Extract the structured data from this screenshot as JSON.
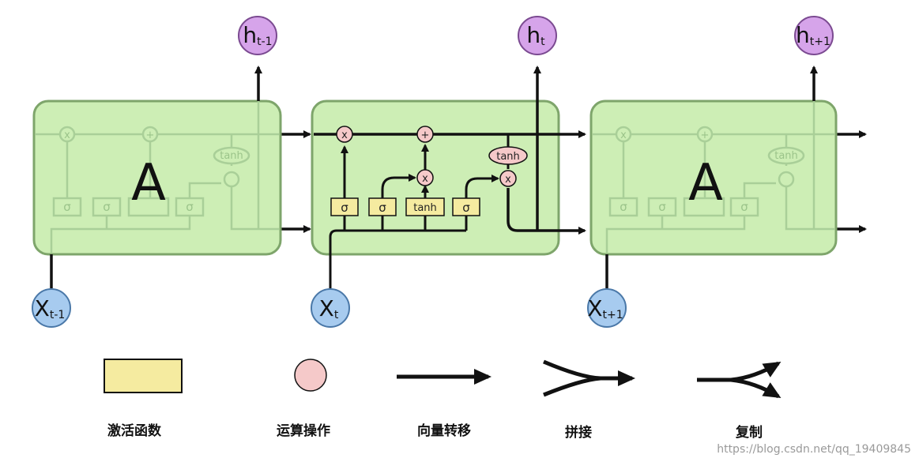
{
  "cells": [
    {
      "id": "prev",
      "label": "A",
      "input": {
        "main": "X",
        "sub": "t-1"
      },
      "output": {
        "main": "h",
        "sub": "t-1"
      }
    },
    {
      "id": "curr",
      "label": "",
      "input": {
        "main": "X",
        "sub": "t"
      },
      "output": {
        "main": "h",
        "sub": "t"
      }
    },
    {
      "id": "next",
      "label": "A",
      "input": {
        "main": "X",
        "sub": "t+1"
      },
      "output": {
        "main": "h",
        "sub": "t+1"
      }
    }
  ],
  "gates": {
    "sigma": "σ",
    "tanh": "tanh",
    "multiply": "x",
    "add": "+"
  },
  "legend": [
    {
      "id": "activation",
      "icon": "yellow-rectangle",
      "label": "激活函数"
    },
    {
      "id": "operation",
      "icon": "pink-circle",
      "label": "运算操作"
    },
    {
      "id": "vector-transfer",
      "icon": "arrow",
      "label": "向量转移"
    },
    {
      "id": "concat",
      "icon": "merge-arrow",
      "label": "拼接"
    },
    {
      "id": "copy",
      "icon": "split-arrow",
      "label": "复制"
    }
  ],
  "watermark": "https://blog.csdn.net/qq_19409845",
  "colors": {
    "cell_fill": "#cdeeb5",
    "cell_stroke": "#7ea56b",
    "gate_fill": "#f5eba0",
    "op_fill": "#f5c9c9",
    "input_fill": "#a7cbef",
    "output_fill": "#d6a4ea"
  }
}
